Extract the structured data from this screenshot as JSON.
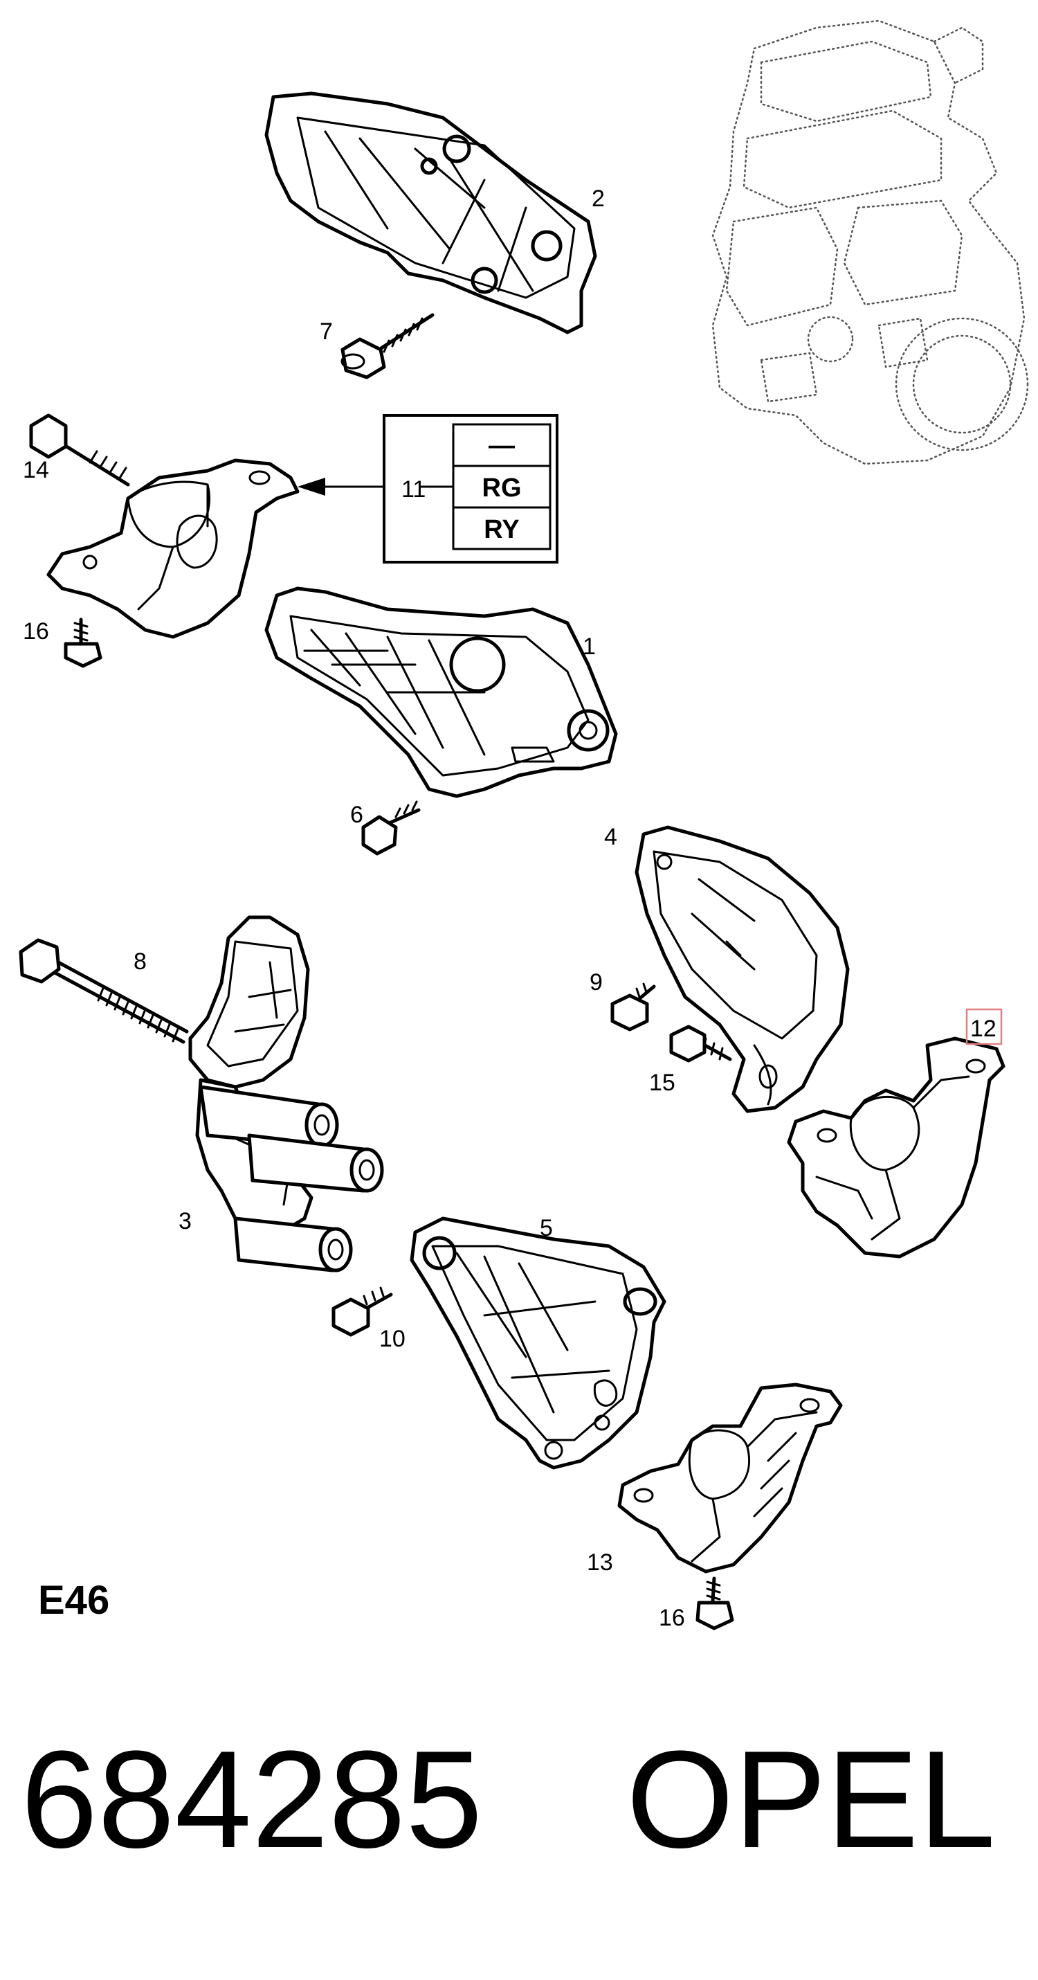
{
  "diagram": {
    "callouts": {
      "c1": "1",
      "c2": "2",
      "c3": "3",
      "c4": "4",
      "c5": "5",
      "c6": "6",
      "c7": "7",
      "c8": "8",
      "c9": "9",
      "c10": "10",
      "c11": "11",
      "c12": "12",
      "c13": "13",
      "c14": "14",
      "c15": "15",
      "c16a": "16",
      "c16b": "16"
    },
    "variant_table": {
      "rows": [
        "—",
        "RG",
        "RY"
      ]
    },
    "highlight_color": "#e08080",
    "diagram_code": "E46"
  },
  "footer": {
    "part_number": "684285",
    "brand": "OPEL"
  }
}
